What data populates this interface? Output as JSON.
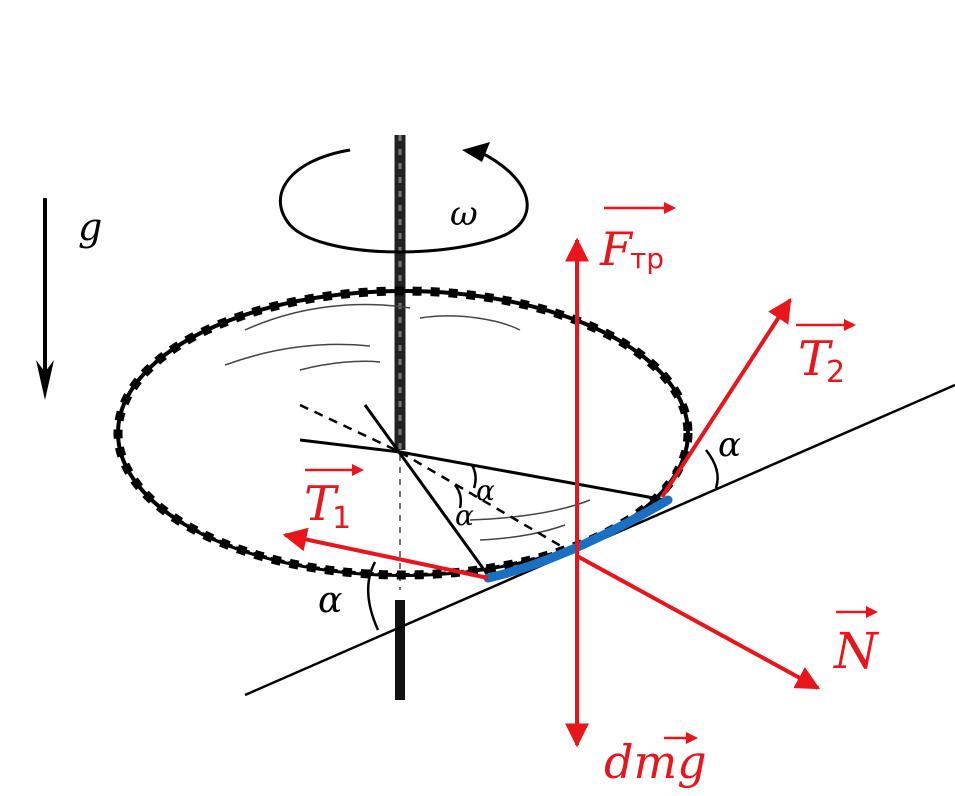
{
  "labels": {
    "g": "g",
    "omega": "ω",
    "f_tr_main": "F",
    "f_tr_sub": "тр",
    "t1_main": "T",
    "t1_sub": "1",
    "t2_main": "T",
    "t2_sub": "2",
    "n": "N",
    "dmg": "dmg",
    "alpha": "α"
  },
  "colors": {
    "force": "#e8151b",
    "element": "#1a6fc0",
    "ink": "#000000"
  }
}
